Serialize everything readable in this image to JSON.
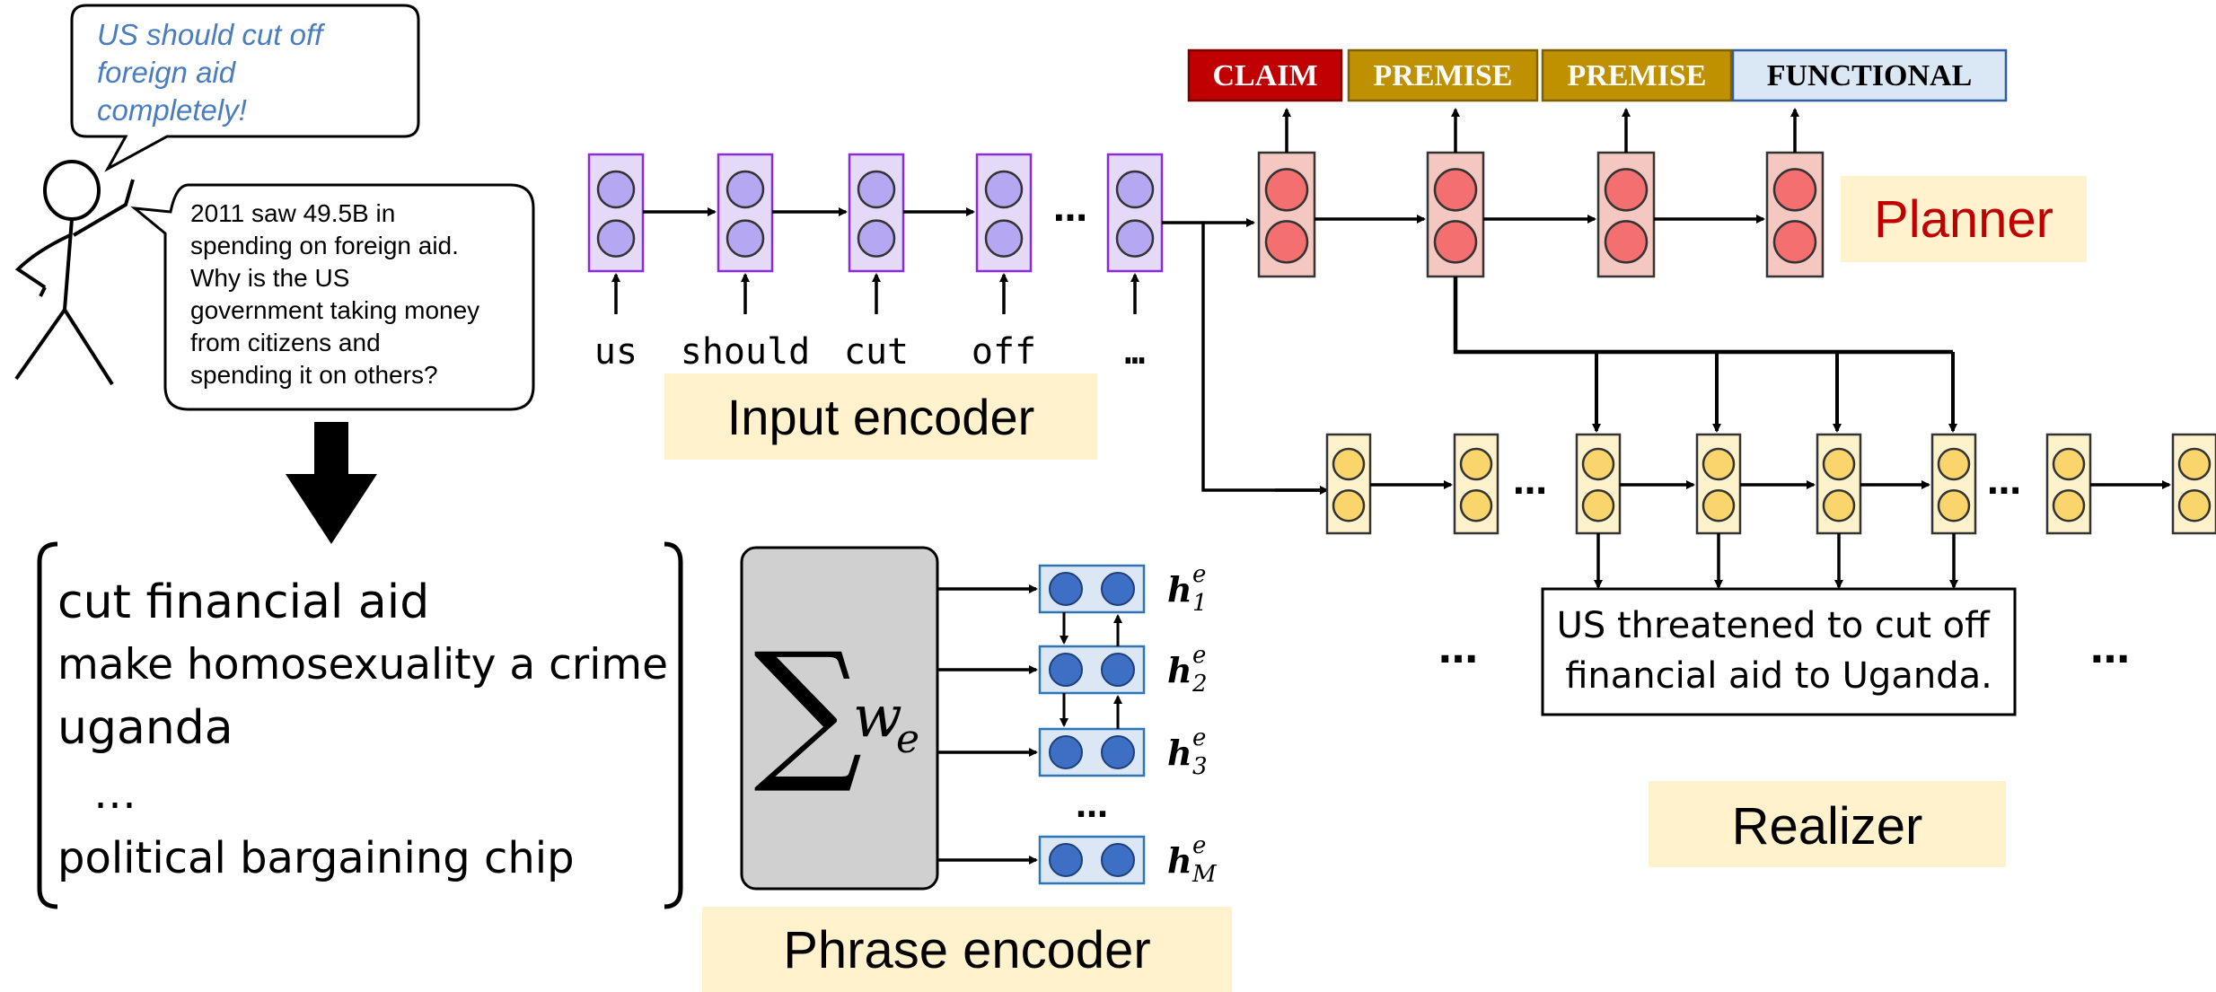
{
  "user_bubble": {
    "claim_lines": [
      "US should cut off",
      "foreign aid",
      "completely!"
    ],
    "context_lines": [
      "2011 saw 49.5B in",
      "spending on foreign aid.",
      "Why is the US",
      "government taking money",
      "from citizens and",
      "spending it on others?"
    ]
  },
  "phrases": {
    "items": [
      "cut financial aid",
      "make homosexuality a crime",
      "uganda",
      "…",
      "political bargaining chip"
    ]
  },
  "input_encoder": {
    "label": "Input encoder",
    "tokens": [
      "us",
      "should",
      "cut",
      "off",
      "…"
    ],
    "ellipsis": "…"
  },
  "phrase_encoder": {
    "label": "Phrase encoder",
    "sum_symbol": "∑",
    "weight_symbol": "w",
    "weight_sub": "e",
    "h_symbol": "h",
    "h_sup": "e",
    "h_subs": [
      "1",
      "2",
      "3",
      "M"
    ],
    "ellipsis": "…"
  },
  "planner": {
    "label": "Planner",
    "tags": [
      "CLAIM",
      "PREMISE",
      "PREMISE",
      "FUNCTIONAL"
    ],
    "colors": {
      "claim": "#c00000",
      "premise": "#bf9000",
      "functional": "#dae8f5",
      "cell": "#f4c7c0",
      "node": "#f46f6f"
    }
  },
  "realizer": {
    "label": "Realizer",
    "output_lines": [
      "US threatened to cut off",
      "financial aid to Uganda."
    ],
    "ellipsis": "…",
    "colors": {
      "cell": "#fdf2cc",
      "node": "#f9d56b"
    }
  },
  "colors": {
    "label_bg": "#fff2cc",
    "input_cell": "#e4d9f7",
    "input_node": "#b6a7f2",
    "input_border": "#8a2be2",
    "phrase_cell": "#dbe7f5",
    "phrase_node": "#3d6fc4",
    "planner_text": "#c00000",
    "claim_text": "#4a7cc0"
  }
}
